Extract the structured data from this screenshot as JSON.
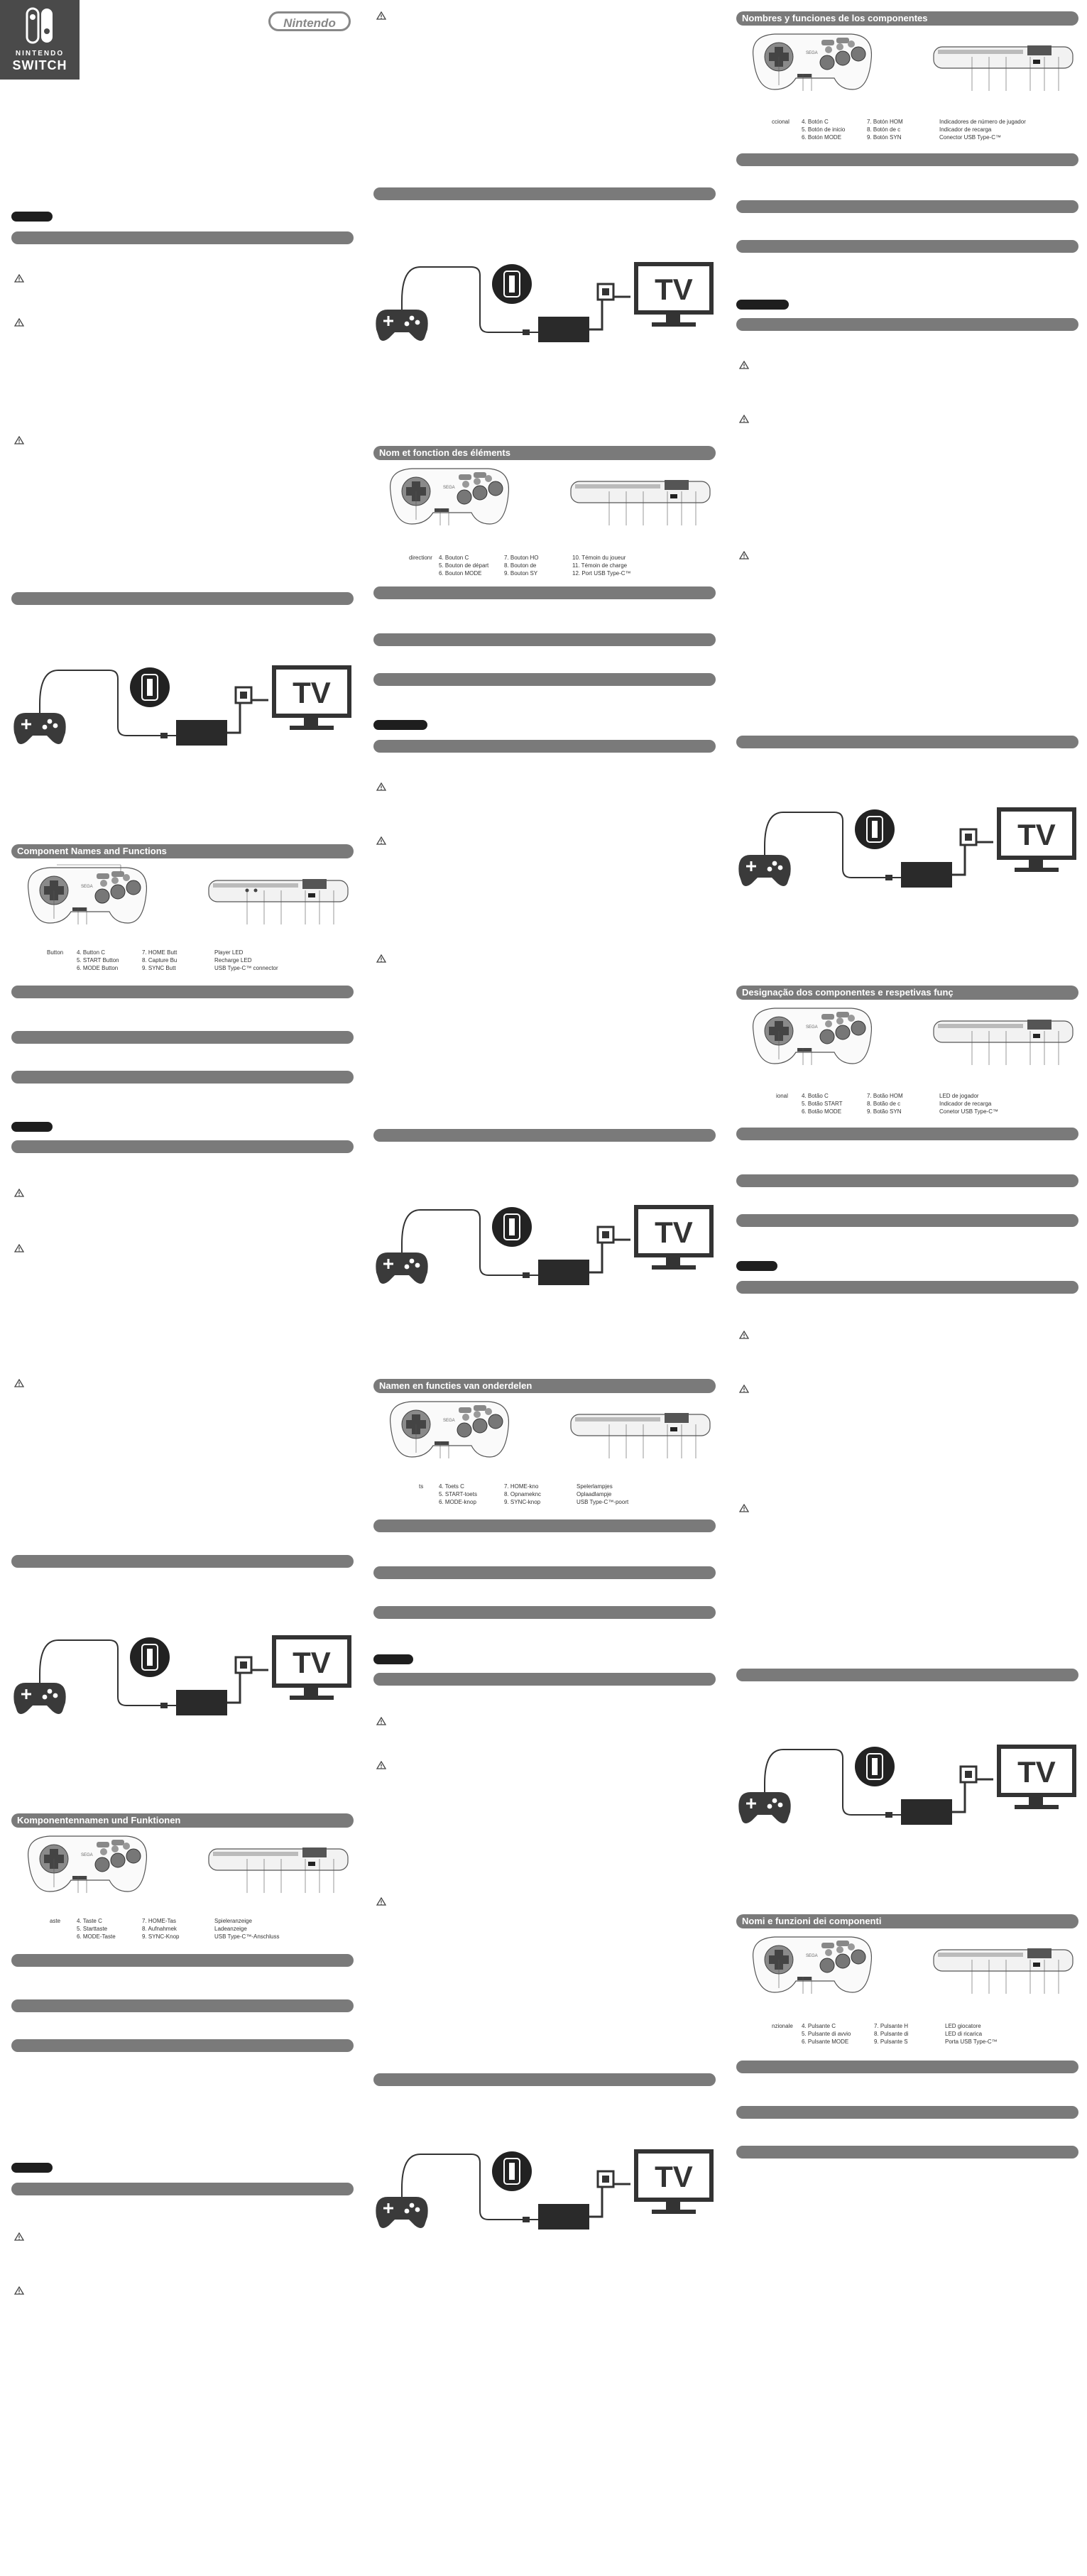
{
  "brand": {
    "nintendo": "NINTENDO",
    "switch": "SWITCH",
    "nintendo_logo": "Nintendo",
    "sega": "SEGA"
  },
  "tv_label": "TV",
  "sections": {
    "en": {
      "title": "Component Names and Functions",
      "labels": [
        "Button",
        "4.  Button C",
        "5.  START Button",
        "6.  MODE Button",
        "7.  HOME Butt",
        "8.  Capture Bu",
        "9.  SYNC Butt",
        "Player LED",
        "Recharge LED",
        "USB Type-C™ connector"
      ]
    },
    "de": {
      "title": "Komponentennamen und Funktionen",
      "labels": [
        "aste",
        "4.  Taste C",
        "5.  Starttaste",
        "6.  MODE-Taste",
        "7.  HOME-Tas",
        "8.  Aufnahmek",
        "9.  SYNC-Knop",
        "Spieleranzeige",
        "Ladeanzeige",
        "USB Type-C™-Anschluss"
      ]
    },
    "fr": {
      "title": "Nom et fonction des éléments",
      "labels": [
        "directionr",
        "4.  Bouton C",
        "5.  Bouton de départ",
        "6.  Bouton MODE",
        "7.  Bouton HO",
        "8.  Bouton de",
        "9.  Bouton SY",
        "10.  Témoin du joueur",
        "11.  Témoin de charge",
        "12.  Port USB Type-C™"
      ]
    },
    "nl": {
      "title": "Namen en functies van onderdelen",
      "labels": [
        "ts",
        "4.  Toets C",
        "5.  START-toets",
        "6.  MODE-knop",
        "7.  HOME-kno",
        "8.  Opnameknc",
        "9.  SYNC-knop",
        "Spelerlampjes",
        "Oplaadlampje",
        "USB Type-C™-poort"
      ]
    },
    "es": {
      "title": "Nombres y funciones de los componentes",
      "labels": [
        "ccional",
        "4.  Botón C",
        "5.  Botón de inicio",
        "6.  Botón MODE",
        "7.  Botón HOM",
        "8.  Botón de c",
        "9.  Botón SYN",
        "Indicadores de número de jugador",
        "Indicador de recarga",
        "Conector USB Type-C™"
      ]
    },
    "pt": {
      "title": "Designação dos componentes e respetivas funç",
      "labels": [
        "ional",
        "4.  Botão C",
        "5.  Botão START",
        "6.  Botão MODE",
        "7.  Botão HOM",
        "8.  Botão de c",
        "9.  Botão SYN",
        "LED de jogador",
        "Indicador de recarga",
        "Conetor USB Type-C™"
      ]
    },
    "it": {
      "title": "Nomi e funzioni dei componenti",
      "labels": [
        "nzionale",
        "4.  Pulsante C",
        "5.  Pulsante di avvio",
        "6.  Pulsante MODE",
        "7.  Pulsante H",
        "8.  Pulsante di",
        "9.  Pulsante S",
        "LED giocatore",
        "LED di ricarica",
        "Porta USB Type-C™"
      ]
    }
  },
  "colors": {
    "bar": "#7a7a7a",
    "pill": "#1e1e1e",
    "logo_bg": "#4a4a4a"
  }
}
